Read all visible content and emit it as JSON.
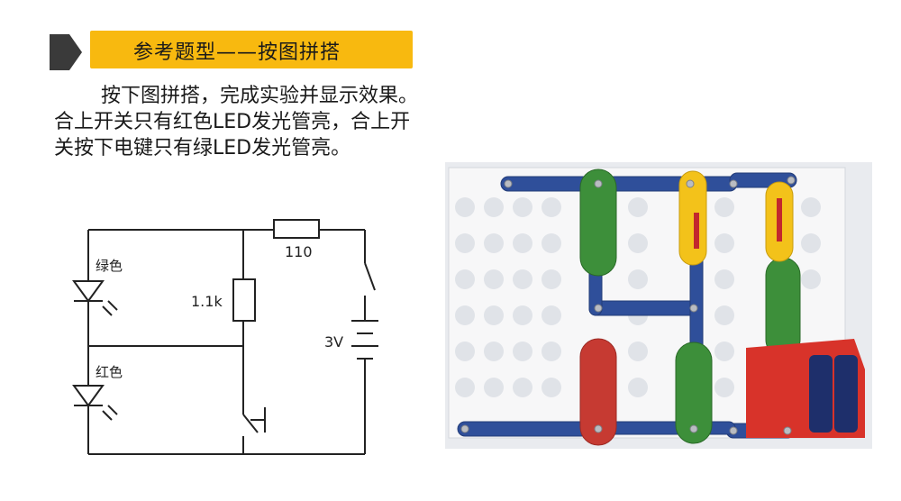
{
  "header": {
    "title": "参考题型——按图拼搭"
  },
  "instruction": {
    "text": "按下图拼搭，完成实验并显示效果。合上开关只有红色LED发光管亮，合上开关按下电键只有绿LED发光管亮。"
  },
  "schematic": {
    "green_label": "绿色",
    "red_label": "红色",
    "r1_label": "1.1k",
    "r2_label": "110",
    "battery_label": "3V"
  },
  "colors": {
    "accent": "#f8b90f",
    "marker": "#3a3a3a"
  }
}
